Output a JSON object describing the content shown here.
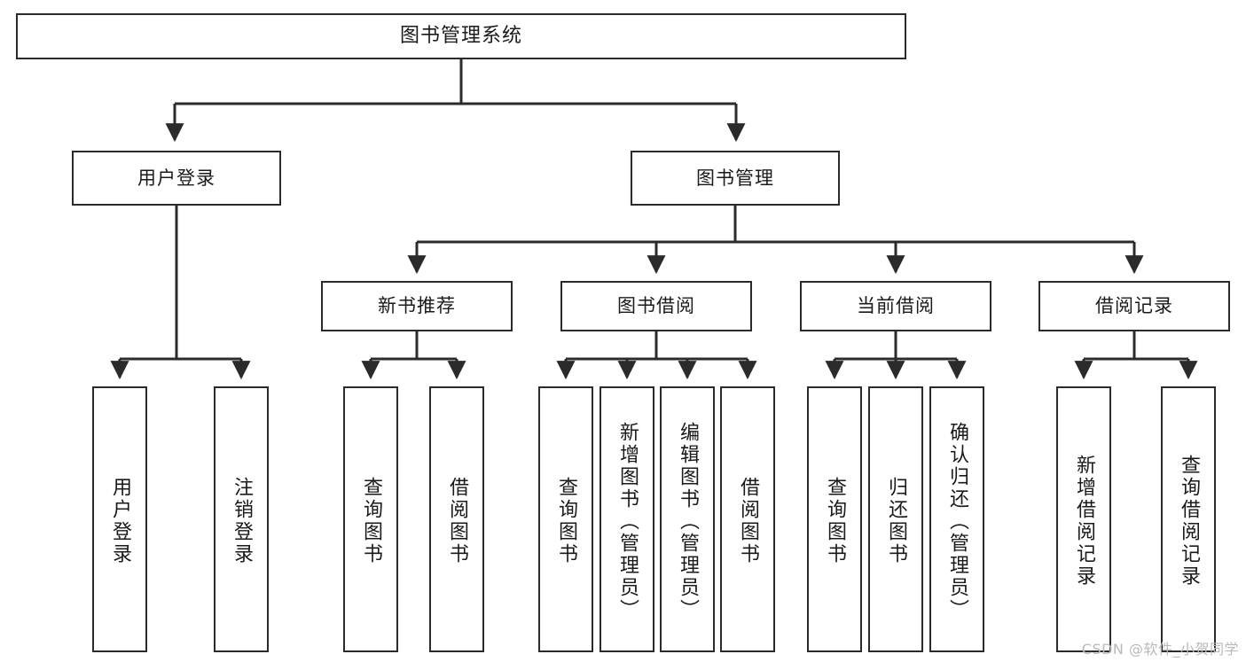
{
  "diagram": {
    "type": "tree-hierarchy",
    "title": "图书管理系统",
    "watermark": "CSDN @软件_小贺同学",
    "colors": {
      "box_border": "#2b2b2b",
      "box_fill": "#ffffff",
      "connector": "#2b2b2b",
      "text": "#1a1a1a",
      "watermark": "#b9b9b9"
    },
    "root": {
      "label": "图书管理系统"
    },
    "level2": [
      {
        "label": "用户登录"
      },
      {
        "label": "图书管理"
      }
    ],
    "level3": [
      {
        "label": "新书推荐"
      },
      {
        "label": "图书借阅"
      },
      {
        "label": "当前借阅"
      },
      {
        "label": "借阅记录"
      }
    ],
    "leaves": {
      "user_login": [
        {
          "label": "用户登录"
        },
        {
          "label": "注销登录"
        }
      ],
      "new_book": [
        {
          "label": "查询图书"
        },
        {
          "label": "借阅图书"
        }
      ],
      "book_borrow": [
        {
          "label": "查询图书"
        },
        {
          "label": "新增图书（管理员）"
        },
        {
          "label": "编辑图书（管理员）"
        },
        {
          "label": "借阅图书"
        }
      ],
      "current_borrow": [
        {
          "label": "查询图书"
        },
        {
          "label": "归还图书"
        },
        {
          "label": "确认归还（管理员）"
        }
      ],
      "borrow_record": [
        {
          "label": "新增借阅记录"
        },
        {
          "label": "查询借阅记录"
        }
      ]
    }
  }
}
